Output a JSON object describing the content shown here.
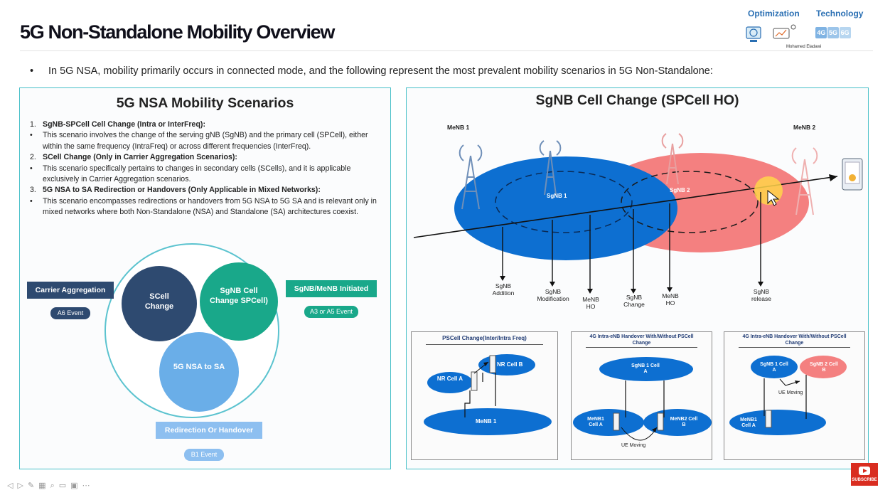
{
  "slide": {
    "title": "5G Non-Standalone Mobility Overview",
    "bullet": "In 5G NSA, mobility primarily occurs in connected mode, and the following represent the most prevalent mobility scenarios in 5G Non-Standalone:"
  },
  "branding": {
    "optimization": "Optimization",
    "technology": "Technology",
    "author": "Mohamed Eladawi",
    "tech_badges": [
      "4G",
      "5G",
      "6G"
    ]
  },
  "left_panel": {
    "title": "5G NSA Mobility Scenarios",
    "scenarios": [
      {
        "num": "1.",
        "heading": "SgNB-SPCell Cell Change (Intra or InterFreq):",
        "bullets": [
          "This scenario involves the change of the serving gNB (SgNB) and the primary cell (SPCell), either within the same frequency (IntraFreq) or across different frequencies (InterFreq)."
        ]
      },
      {
        "num": "2.",
        "heading": "SCell Change (Only in Carrier Aggregation Scenarios):",
        "bullets": [
          "This scenario specifically pertains to changes in secondary cells (SCells), and it is applicable exclusively in Carrier Aggregation scenarios."
        ]
      },
      {
        "num": "3.",
        "heading": "5G NSA to SA Redirection or Handovers (Only Applicable in Mixed Networks):",
        "bullets": [
          "This scenario encompasses redirections or handovers from 5G NSA to 5G SA and is relevant only in mixed networks where both Non-Standalone (NSA) and Standalone (SA) architectures coexist."
        ]
      }
    ],
    "venn": {
      "scell": "SCell Change",
      "sgnb": "SgNB Cell Change SPCell)",
      "nsa_sa": "5G NSA to SA",
      "carrier_aggregation": "Carrier Aggregation",
      "a6_event": "A6 Event",
      "sgnb_menb_initiated": "SgNB/MeNB Initiated",
      "a3_a5_event": "A3 or A5 Event",
      "redirection": "Redirection Or Handover",
      "b1_event": "B1 Event"
    },
    "colors": {
      "navy": "#2e4a70",
      "teal": "#19a88a",
      "blue": "#3c8fd9",
      "light_blue": "#6aaee8"
    }
  },
  "right_panel": {
    "title": "SgNB Cell Change (SPCell HO)",
    "menb1": "MeNB 1",
    "menb2": "MeNB 2",
    "sgnb1": "SgNB 1",
    "sgnb2": "SgNB 2",
    "events": [
      "SgNB Addition",
      "SgNB Modification",
      "MeNB HO",
      "SgNB Change",
      "MeNB HO",
      "SgNB release"
    ],
    "subdiagrams": [
      {
        "title": "PSCell Change(Inter/Intra Freq)",
        "nr_cell_a": "NR Cell A",
        "nr_cell_b": "NR Cell B",
        "menb": "MeNB 1"
      },
      {
        "title": "4G Intra-eNB Handover With/Without PSCell Change",
        "sgnb_cell": "SgNB 1 Cell A",
        "menb1_cell": "MeNB1 Cell A",
        "menb2_cell": "MeNB2 Cell B",
        "ue_moving": "UE Moving"
      },
      {
        "title": "4G Intra-eNB Handover With/Without PSCell Change",
        "sgnb1_cell": "SgNB 1 Cell A",
        "sgnb2_cell": "SgNB 2 Cell B",
        "menb1_cell": "MeNB1 Cell A",
        "ue_moving": "UE Moving"
      }
    ],
    "colors": {
      "menb_blue": "#0d6fd1",
      "sgnb_red": "#f48080"
    }
  },
  "footer": {
    "subscribe": "SUBSCRIBE"
  }
}
